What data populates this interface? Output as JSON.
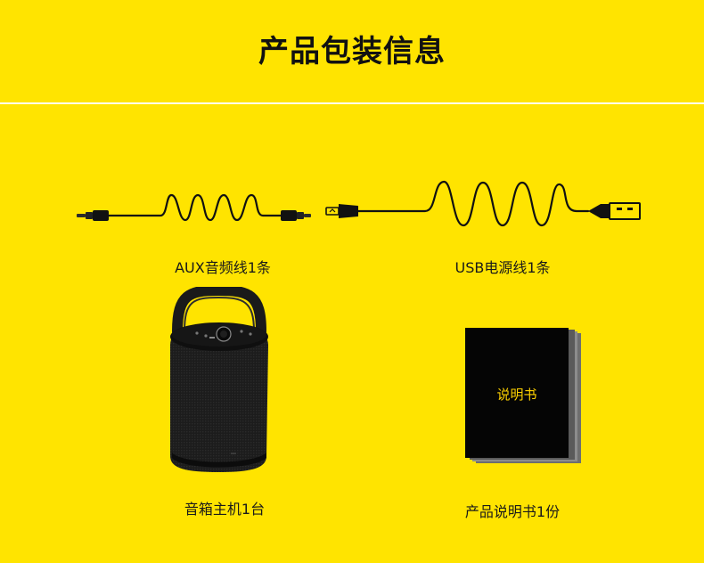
{
  "header": {
    "title": "产品包装信息"
  },
  "items": [
    {
      "label": "AUX音频线1条",
      "icon": "aux-cable-icon"
    },
    {
      "label": "USB电源线1条",
      "icon": "usb-cable-icon"
    },
    {
      "label": "音箱主机1台",
      "icon": "speaker-icon"
    },
    {
      "label": "产品说明书1份",
      "icon": "manual-icon"
    }
  ],
  "manual": {
    "cover_text": "说明书"
  },
  "colors": {
    "background": "#ffe400",
    "divider": "#ffffff",
    "manual_text": "#ffd200"
  }
}
